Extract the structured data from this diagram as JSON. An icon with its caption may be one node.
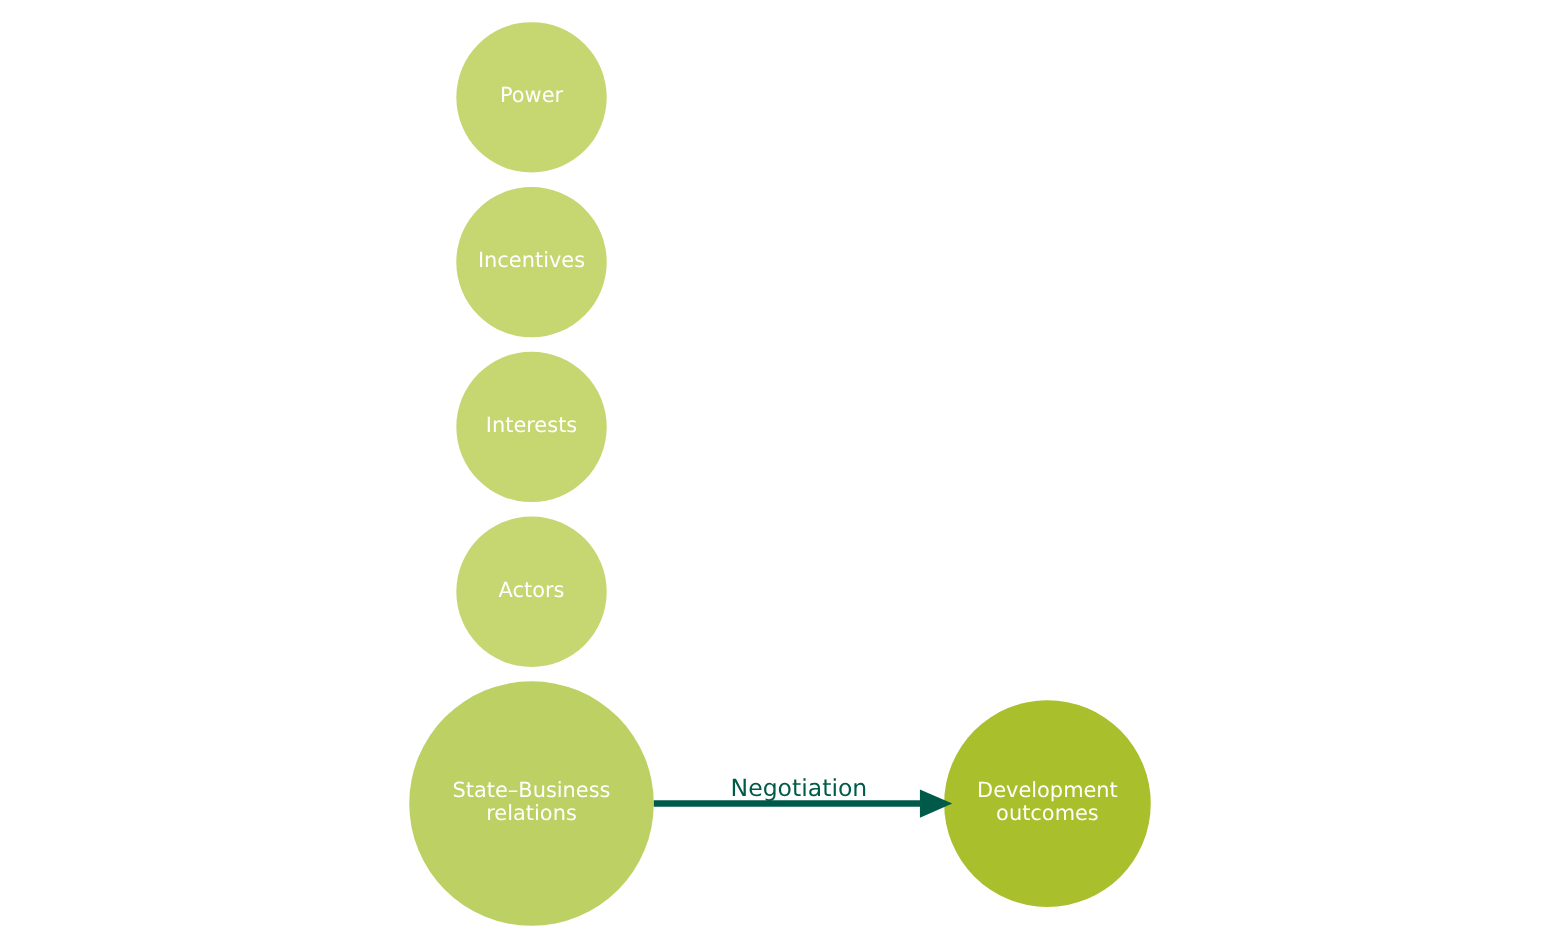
{
  "diagram": {
    "nodes": [
      {
        "text": [
          "State–Business relations"
        ]
      },
      {
        "text": [
          "Actors"
        ]
      },
      {
        "text": [
          "Interests"
        ]
      },
      {
        "text": [
          "Incentives"
        ]
      },
      {
        "text": [
          "Power"
        ]
      },
      {
        "text": [
          "Development outcomes"
        ]
      }
    ],
    "edges": [
      {
        "from": 0,
        "to": 5,
        "arrow": "to",
        "label": "Negotiation",
        "color": "#005a4a"
      }
    ]
  }
}
